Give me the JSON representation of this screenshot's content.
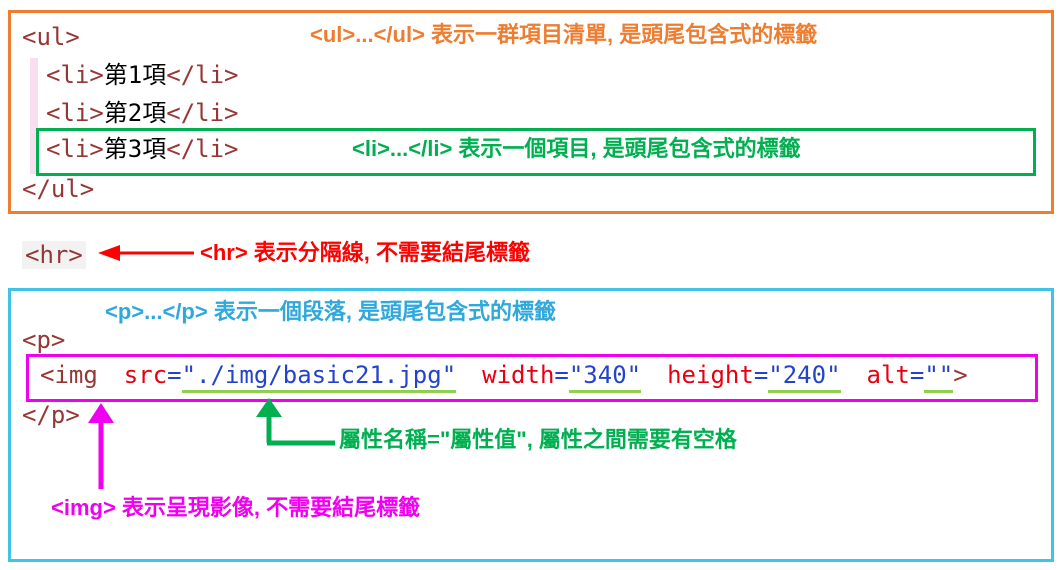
{
  "colors": {
    "orange": "#ED7D31",
    "green": "#00B050",
    "underline_green": "#8FD14F",
    "red": "#FF0000",
    "cyan_border": "#3FC4E8",
    "blue_annotation": "#2FA8DC",
    "magenta": "#F000F0",
    "tag_color": "#953735",
    "attr_name_color": "#E60012",
    "attr_value_color": "#2244CC"
  },
  "ul_box": {
    "ul_open": "<ul>",
    "ul_close": "</ul>",
    "items": [
      {
        "open": "<li>",
        "text": "第1項",
        "close": "</li>"
      },
      {
        "open": "<li>",
        "text": "第2項",
        "close": "</li>"
      },
      {
        "open": "<li>",
        "text": "第3項",
        "close": "</li>"
      }
    ],
    "ul_annotation": "<ul>...</ul> 表示一群項目清單, 是頭尾包含式的標籤",
    "li_annotation": "<li>...</li> 表示一個項目, 是頭尾包含式的標籤"
  },
  "hr_row": {
    "code": "<hr>",
    "annotation": "<hr> 表示分隔線, 不需要結尾標籤"
  },
  "p_box": {
    "p_annotation": "<p>...</p> 表示一個段落, 是頭尾包含式的標籤",
    "p_open": "<p>",
    "p_close": "</p>",
    "img_tag": {
      "open": "<img",
      "eq": "=",
      "attrs": [
        {
          "name": "src",
          "value": "\"./img/basic21.jpg\""
        },
        {
          "name": "width",
          "value": "\"340\""
        },
        {
          "name": "height",
          "value": "\"240\""
        },
        {
          "name": "alt",
          "value": "\"\""
        }
      ],
      "close": ">"
    },
    "attr_annotation": "屬性名稱=\"屬性值\", 屬性之間需要有空格",
    "img_annotation": "<img> 表示呈現影像, 不需要結尾標籤"
  }
}
